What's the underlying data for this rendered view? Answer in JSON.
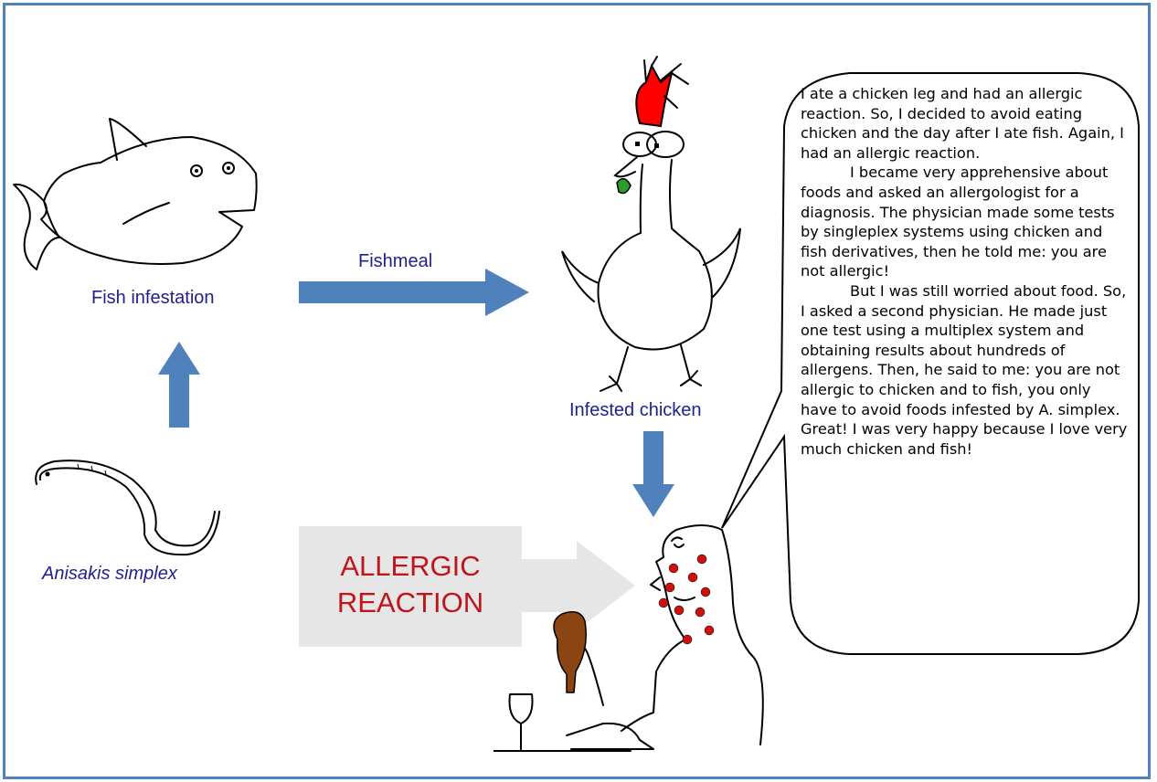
{
  "labels": {
    "fish_infestation": "Fish infestation",
    "fishmeal": "Fishmeal",
    "infested_chicken": "Infested chicken",
    "anisakis": "Anisakis simplex",
    "allergic_line1": "ALLERGIC",
    "allergic_line2": "REACTION"
  },
  "speech_bubble": {
    "paragraph1": "I ate a chicken leg and had an allergic reaction. So, I decided to avoid eating chicken and the day after I ate fish. Again, I had an allergic reaction.",
    "paragraph2": "I became very apprehensive about foods and asked an allergologist for a diagnosis. The physician made some tests by singleplex systems using chicken and fish derivatives, then he told me:  you are not allergic!",
    "paragraph3": "But I was still worried about food. So, I asked a second physician. He made just one test using a multiplex system and obtaining results about hundreds of allergens. Then, he said to me: you are not allergic to chicken and to fish, you only have to avoid foods infested by A. simplex. Great!  I was very happy because I love very much chicken and fish!"
  },
  "colors": {
    "frame": "#4f81bd",
    "arrow_blue": "#4f81bd",
    "label_text": "#1f1f8f",
    "allergic_text": "#c0141c",
    "allergic_box": "#e6e6e6",
    "chicken_crest": "#ff0000",
    "leaf": "#2a9d2a",
    "chicken_leg": "#8b4513",
    "rash_spot": "#cc1111"
  },
  "icons": [
    "fish-drawing",
    "worm-drawing",
    "chicken-drawing",
    "person-drawing",
    "chicken-leg-drawing",
    "wine-glass-drawing"
  ]
}
